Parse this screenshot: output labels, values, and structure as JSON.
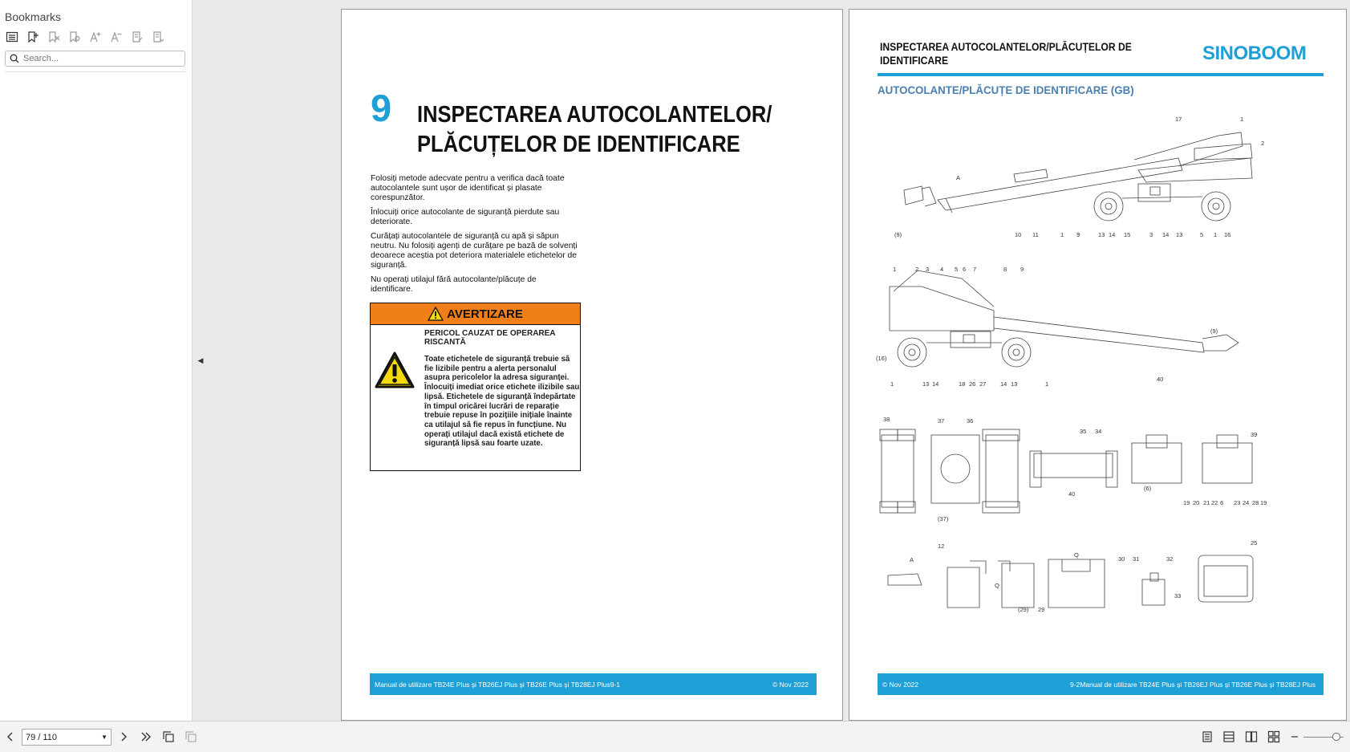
{
  "sidebar": {
    "title": "Bookmarks",
    "search_placeholder": "Search...",
    "tools": [
      "list-icon",
      "add-bookmark-icon",
      "delete-bookmark-icon",
      "bookmark-search-icon",
      "text-larger-icon",
      "text-smaller-icon",
      "bookmark-edit-icon",
      "bookmark-expand-icon"
    ]
  },
  "left_page": {
    "chapter_number": "9",
    "title_line1": "INSPECTAREA AUTOCOLANTELOR/",
    "title_line2": "PLĂCUȚELOR DE IDENTIFICARE",
    "paragraphs": [
      "Folosiți metode adecvate pentru a verifica dacă toate autocolantele sunt ușor de identificat și plasate corespunzător.",
      "Înlocuiți orice autocolante de siguranță pierdute sau deteriorate.",
      "Curățați autocolantele de siguranță cu apă și săpun neutru. Nu folosiți agenți de curățare pe bază de solvenți deoarece aceștia pot deteriora materialele etichetelor de siguranță.",
      "Nu operați utilajul fără autocolante/plăcuțe de identificare."
    ],
    "warning": {
      "header": "AVERTIZARE",
      "subheader": "PERICOL CAUZAT DE OPERAREA RISCANTĂ",
      "body": "Toate etichetele de siguranță trebuie să fie lizibile pentru a alerta personalul asupra pericolelor la adresa siguranței. Înlocuiți imediat orice etichete ilizibile sau lipsă. Etichetele de siguranță îndepărtate în timpul oricărei lucrări de reparație trebuie repuse în pozițiile inițiale înainte ca utilajul să fie repus în funcțiune. Nu operați utilajul dacă există etichete de siguranță lipsă sau foarte uzate."
    },
    "footer_left": "Manual de utilizare TB24E Plus și TB26EJ Plus și TB26E Plus și TB28EJ Plus9-1",
    "footer_right": "© Nov 2022"
  },
  "right_page": {
    "header_line1": "INSPECTAREA AUTOCOLANTELOR/PLĂCUȚELOR DE",
    "header_line2": "IDENTIFICARE",
    "logo": "SINOBOOM",
    "subtitle": "AUTOCOLANTE/PLĂCUȚE DE IDENTIFICARE (GB)",
    "footer_left": "© Nov 2022",
    "footer_right": "9-2Manual de utilizare TB24E Plus și TB26EJ Plus și TB26E Plus și TB28EJ Plus",
    "callouts_top": [
      "17",
      "1",
      "2",
      "(9)",
      "10",
      "11",
      "1",
      "9",
      "13",
      "14",
      "15",
      "3",
      "14",
      "13",
      "5",
      "1",
      "16"
    ],
    "callouts_mid": [
      "1",
      "2",
      "3",
      "4",
      "5",
      "6",
      "7",
      "8",
      "9",
      "(16)",
      "(9)",
      "1",
      "13",
      "14",
      "18",
      "26",
      "27",
      "14",
      "13",
      "1",
      "40"
    ],
    "callouts_row3": [
      "38",
      "37",
      "36",
      "(37)",
      "35",
      "34",
      "40",
      "(6)",
      "39",
      "19",
      "20",
      "21",
      "22",
      "6",
      "23",
      "24",
      "28",
      "19"
    ],
    "callouts_row4": [
      "12",
      "Q",
      "Q",
      "(29)",
      "29",
      "30",
      "31",
      "32",
      "33",
      "25"
    ],
    "view_labels": [
      "A",
      "A"
    ]
  },
  "bottombar": {
    "page_indicator": "79 / 110"
  },
  "colors": {
    "accent": "#1e9fd6",
    "warning_orange": "#f07f1a",
    "subtitle_blue": "#4a7fb0"
  }
}
